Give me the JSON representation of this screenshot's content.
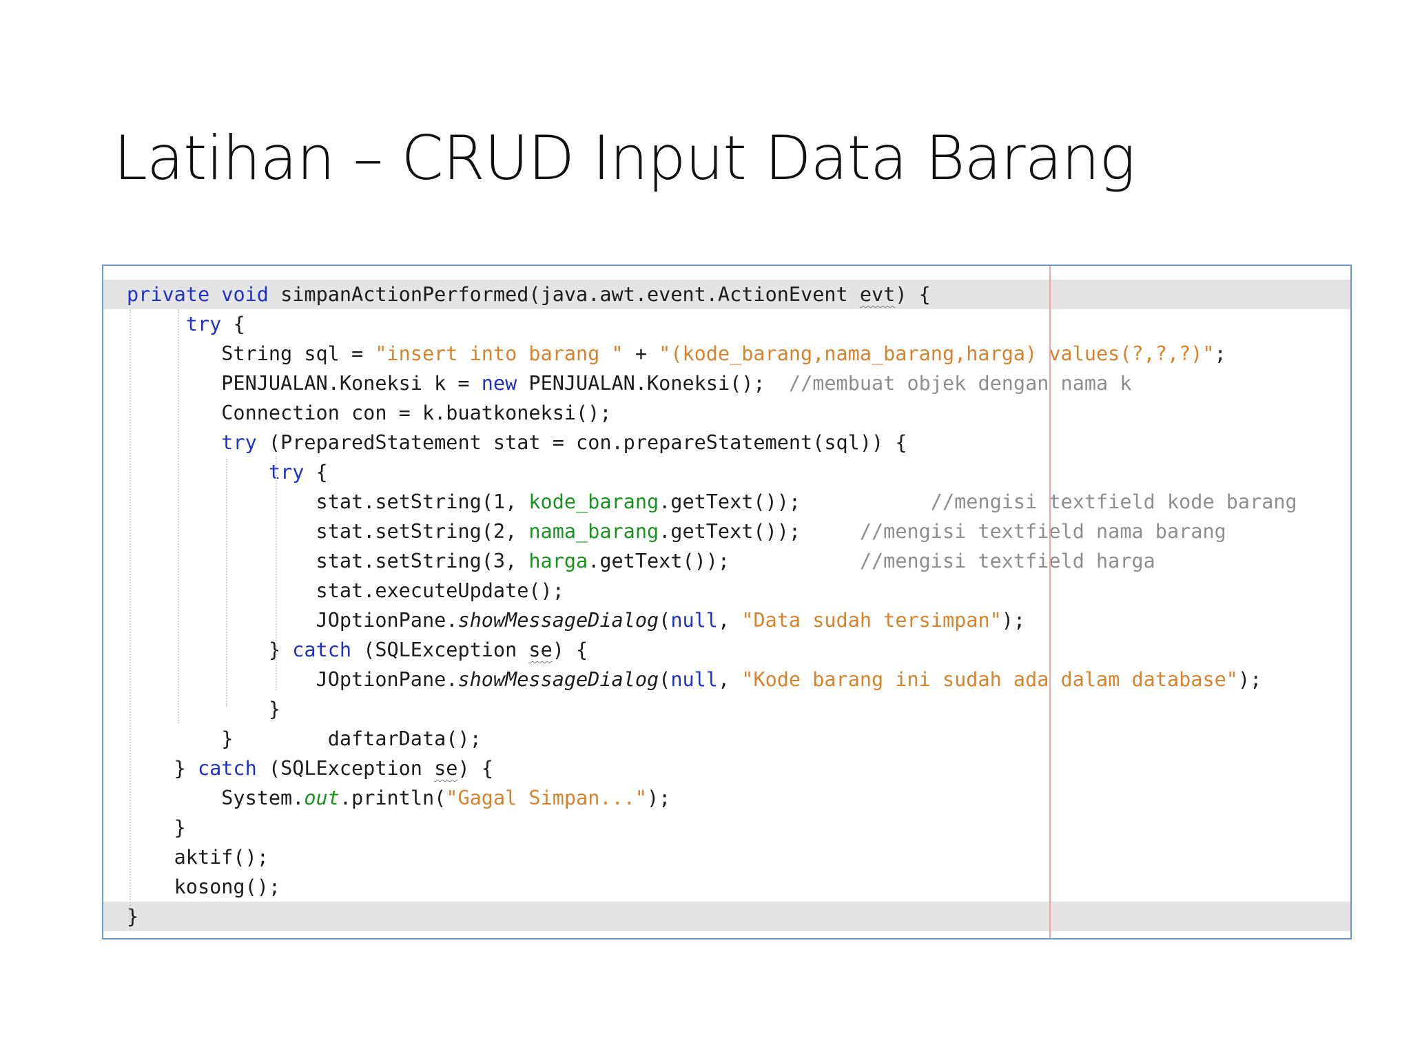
{
  "slide": {
    "title": "Latihan – CRUD Input Data Barang"
  },
  "code_lines": [
    [
      {
        "t": "private",
        "c": "kw"
      },
      {
        "t": " "
      },
      {
        "t": "void",
        "c": "kw"
      },
      {
        "t": " "
      },
      {
        "t": "simpanActionPerformed",
        "c": "plain"
      },
      {
        "t": "(java.awt.event.ActionEvent "
      },
      {
        "t": "evt",
        "c": "under"
      },
      {
        "t": ") {"
      }
    ],
    [
      {
        "t": "     "
      },
      {
        "t": "try",
        "c": "kw"
      },
      {
        "t": " {"
      }
    ],
    [
      {
        "t": "        String sql = "
      },
      {
        "t": "\"insert into barang \"",
        "c": "str"
      },
      {
        "t": " + "
      },
      {
        "t": "\"(kode_barang,nama_barang,harga) values(?,?,?)\"",
        "c": "str"
      },
      {
        "t": ";"
      }
    ],
    [
      {
        "t": "        PENJUALAN.Koneksi k = "
      },
      {
        "t": "new",
        "c": "kw"
      },
      {
        "t": " PENJUALAN.Koneksi();  "
      },
      {
        "t": "//membuat objek dengan nama k",
        "c": "cmt"
      }
    ],
    [
      {
        "t": "        Connection con = k.buatkoneksi();"
      }
    ],
    [
      {
        "t": "        "
      },
      {
        "t": "try",
        "c": "kw"
      },
      {
        "t": " (PreparedStatement stat = con.prepareStatement(sql)) {"
      }
    ],
    [
      {
        "t": "            "
      },
      {
        "t": "try",
        "c": "kw"
      },
      {
        "t": " {"
      }
    ],
    [
      {
        "t": "                stat.setString(1, "
      },
      {
        "t": "kode_barang",
        "c": "fld"
      },
      {
        "t": ".getText());           "
      },
      {
        "t": "//mengisi textfield kode barang",
        "c": "cmt"
      }
    ],
    [
      {
        "t": "                stat.setString(2, "
      },
      {
        "t": "nama_barang",
        "c": "fld"
      },
      {
        "t": ".getText());     "
      },
      {
        "t": "//mengisi textfield nama barang",
        "c": "cmt"
      }
    ],
    [
      {
        "t": "                stat.setString(3, "
      },
      {
        "t": "harga",
        "c": "fld"
      },
      {
        "t": ".getText());           "
      },
      {
        "t": "//mengisi textfield harga",
        "c": "cmt"
      }
    ],
    [
      {
        "t": "                stat.executeUpdate();"
      }
    ],
    [
      {
        "t": "                JOptionPane."
      },
      {
        "t": "showMessageDialog",
        "c": "ital"
      },
      {
        "t": "("
      },
      {
        "t": "null",
        "c": "kw"
      },
      {
        "t": ", "
      },
      {
        "t": "\"Data sudah tersimpan\"",
        "c": "str"
      },
      {
        "t": ");"
      }
    ],
    [
      {
        "t": "            } "
      },
      {
        "t": "catch",
        "c": "kw"
      },
      {
        "t": " (SQLException "
      },
      {
        "t": "se",
        "c": "under"
      },
      {
        "t": ") {"
      }
    ],
    [
      {
        "t": "                JOptionPane."
      },
      {
        "t": "showMessageDialog",
        "c": "ital"
      },
      {
        "t": "("
      },
      {
        "t": "null",
        "c": "kw"
      },
      {
        "t": ", "
      },
      {
        "t": "\"Kode barang ini sudah ada dalam database\"",
        "c": "str"
      },
      {
        "t": ");"
      }
    ],
    [
      {
        "t": "            }"
      }
    ],
    [
      {
        "t": "        }        daftarData();"
      }
    ],
    [
      {
        "t": "    } "
      },
      {
        "t": "catch",
        "c": "kw"
      },
      {
        "t": " (SQLException "
      },
      {
        "t": "se",
        "c": "under"
      },
      {
        "t": ") {"
      }
    ],
    [
      {
        "t": "        System."
      },
      {
        "t": "out",
        "c": "sta"
      },
      {
        "t": ".println("
      },
      {
        "t": "\"Gagal Simpan...\"",
        "c": "str"
      },
      {
        "t": ");"
      }
    ],
    [
      {
        "t": "    }"
      }
    ],
    [
      {
        "t": "    aktif();"
      }
    ],
    [
      {
        "t": "    kosong();"
      }
    ],
    [
      {
        "t": "}"
      }
    ]
  ]
}
